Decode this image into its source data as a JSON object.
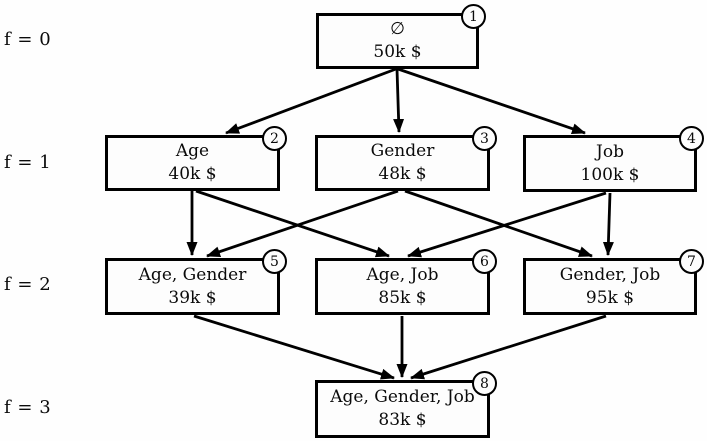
{
  "figure": {
    "description": "feature-subset lattice with query costs",
    "background_color": "#fefefe",
    "line_color": "#000000",
    "box_fill": "#fdfdfd"
  },
  "rows": [
    {
      "label": "f = 0"
    },
    {
      "label": "f = 1"
    },
    {
      "label": "f = 2"
    },
    {
      "label": "f = 3"
    }
  ],
  "nodes": [
    {
      "badge": "1",
      "title": "∅",
      "cost": "50k $"
    },
    {
      "badge": "2",
      "title": "Age",
      "cost": "40k $"
    },
    {
      "badge": "3",
      "title": "Gender",
      "cost": "48k $"
    },
    {
      "badge": "4",
      "title": "Job",
      "cost": "100k $"
    },
    {
      "badge": "5",
      "title": "Age, Gender",
      "cost": "39k $"
    },
    {
      "badge": "6",
      "title": "Age, Job",
      "cost": "85k $"
    },
    {
      "badge": "7",
      "title": "Gender, Job",
      "cost": "95k $"
    },
    {
      "badge": "8",
      "title": "Age, Gender, Job",
      "cost": "83k $"
    }
  ],
  "edges": [
    {
      "from": "1",
      "to": "2"
    },
    {
      "from": "1",
      "to": "3"
    },
    {
      "from": "1",
      "to": "4"
    },
    {
      "from": "2",
      "to": "5"
    },
    {
      "from": "2",
      "to": "6"
    },
    {
      "from": "3",
      "to": "5"
    },
    {
      "from": "3",
      "to": "7"
    },
    {
      "from": "4",
      "to": "6"
    },
    {
      "from": "4",
      "to": "7"
    },
    {
      "from": "5",
      "to": "8"
    },
    {
      "from": "6",
      "to": "8"
    },
    {
      "from": "7",
      "to": "8"
    }
  ]
}
